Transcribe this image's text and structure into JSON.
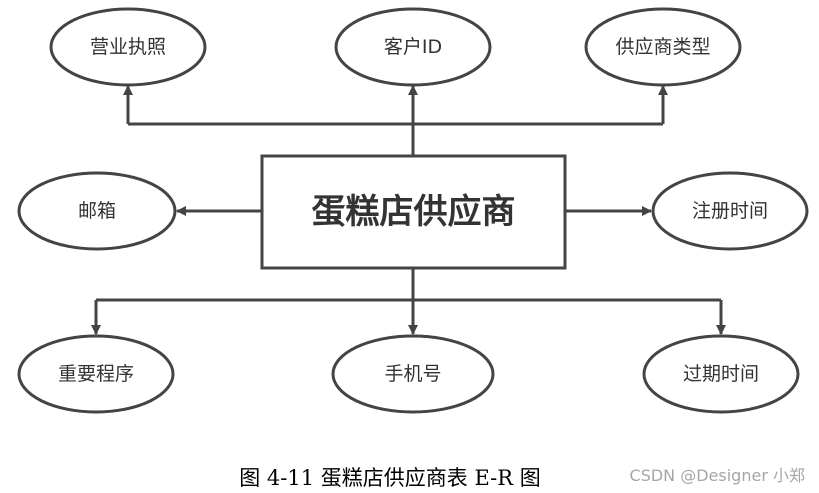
{
  "entity": {
    "label": "蛋糕店供应商"
  },
  "attributes": {
    "business_license": "营业执照",
    "customer_id": "客户ID",
    "supplier_type": "供应商类型",
    "email": "邮箱",
    "register_time": "注册时间",
    "importance": "重要程序",
    "phone": "手机号",
    "expire_time": "过期时间"
  },
  "caption": "图 4-11  蛋糕店供应商表 E-R 图",
  "watermark": "CSDN @Designer 小郑",
  "colors": {
    "stroke": "#444444",
    "text": "#333333",
    "caption": "#000000",
    "watermark": "#a6a6a6"
  }
}
